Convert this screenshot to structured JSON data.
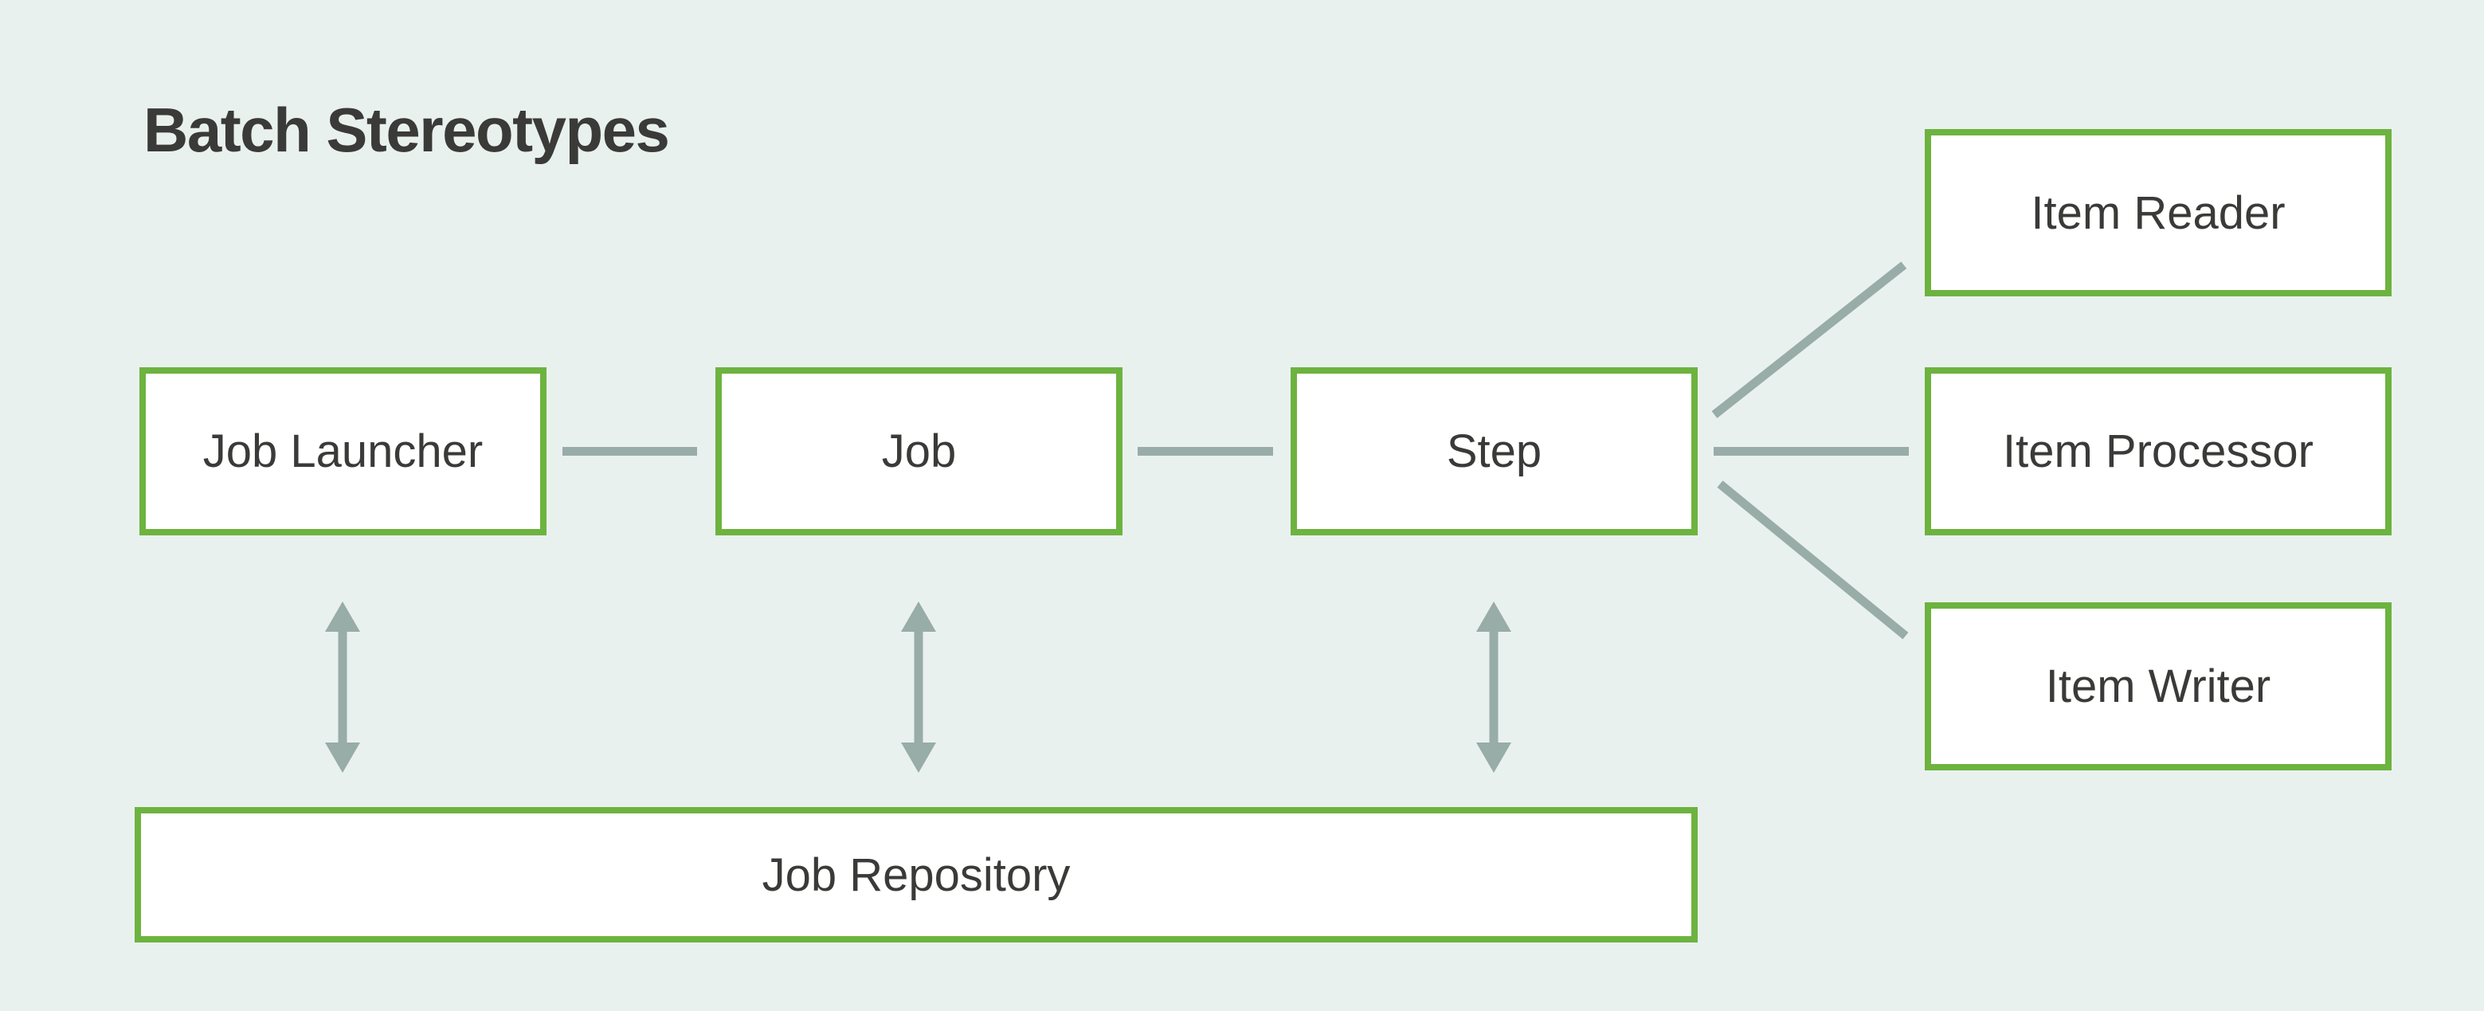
{
  "title": "Batch Stereotypes",
  "colors": {
    "bg": "#e9f1ef",
    "green": "#6db33f",
    "gray": "#98aca8",
    "text": "#3a3a38"
  },
  "nodes": {
    "job_launcher": {
      "label": "Job Launcher"
    },
    "job": {
      "label": "Job"
    },
    "step": {
      "label": "Step"
    },
    "item_reader": {
      "label": "Item Reader"
    },
    "item_processor": {
      "label": "Item Processor"
    },
    "item_writer": {
      "label": "Item Writer"
    },
    "job_repository": {
      "label": "Job Repository"
    }
  },
  "edges": [
    {
      "from": "job_launcher",
      "to": "job",
      "type": "plain-line"
    },
    {
      "from": "job",
      "to": "step",
      "type": "plain-line"
    },
    {
      "from": "step",
      "to": "item_reader",
      "type": "plain-line-diagonal"
    },
    {
      "from": "step",
      "to": "item_processor",
      "type": "plain-line"
    },
    {
      "from": "step",
      "to": "item_writer",
      "type": "plain-line-diagonal"
    },
    {
      "from": "job_launcher",
      "to": "job_repository",
      "type": "double-headed-arrow"
    },
    {
      "from": "job",
      "to": "job_repository",
      "type": "double-headed-arrow"
    },
    {
      "from": "step",
      "to": "job_repository",
      "type": "double-headed-arrow"
    }
  ]
}
